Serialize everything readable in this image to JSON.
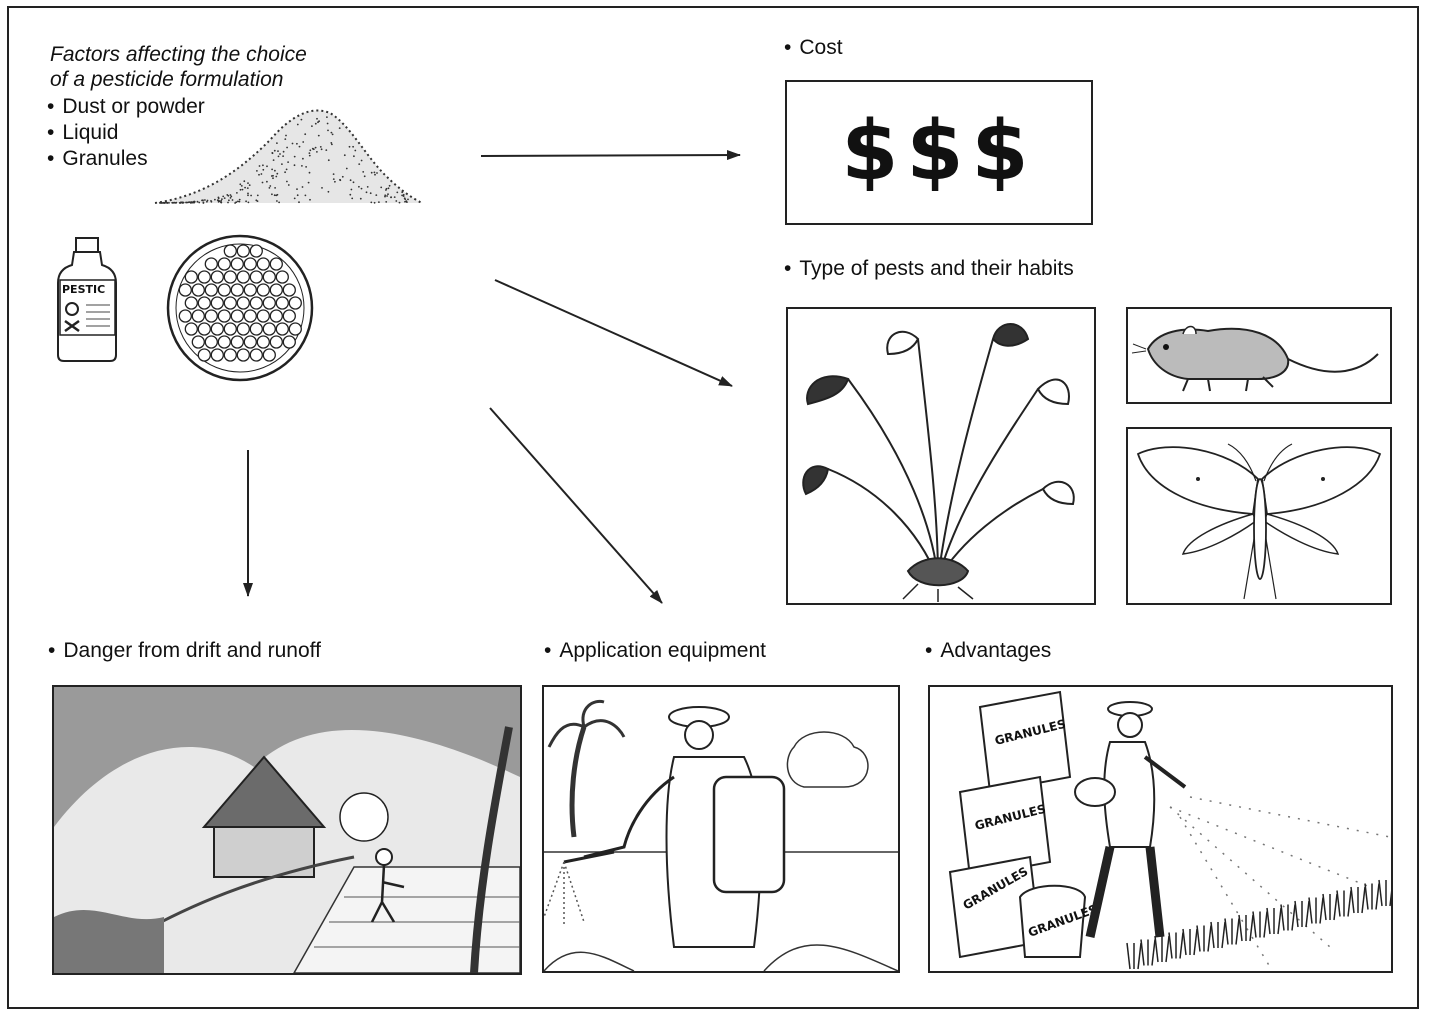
{
  "title_line1": "Factors affecting the choice",
  "title_line2": "of a pesticide formulation",
  "formulations": [
    "Dust or powder",
    "Liquid",
    "Granules"
  ],
  "bottle_label": "PESTIC",
  "factors": {
    "cost": "Cost",
    "pests": "Type of pests and their habits",
    "drift": "Danger from drift and runoff",
    "equipment": "Application equipment",
    "advantages": "Advantages"
  },
  "cost_symbols": "$$$",
  "bag_label": "GRANULES",
  "colors": {
    "ink": "#111111",
    "paper": "#ffffff"
  }
}
